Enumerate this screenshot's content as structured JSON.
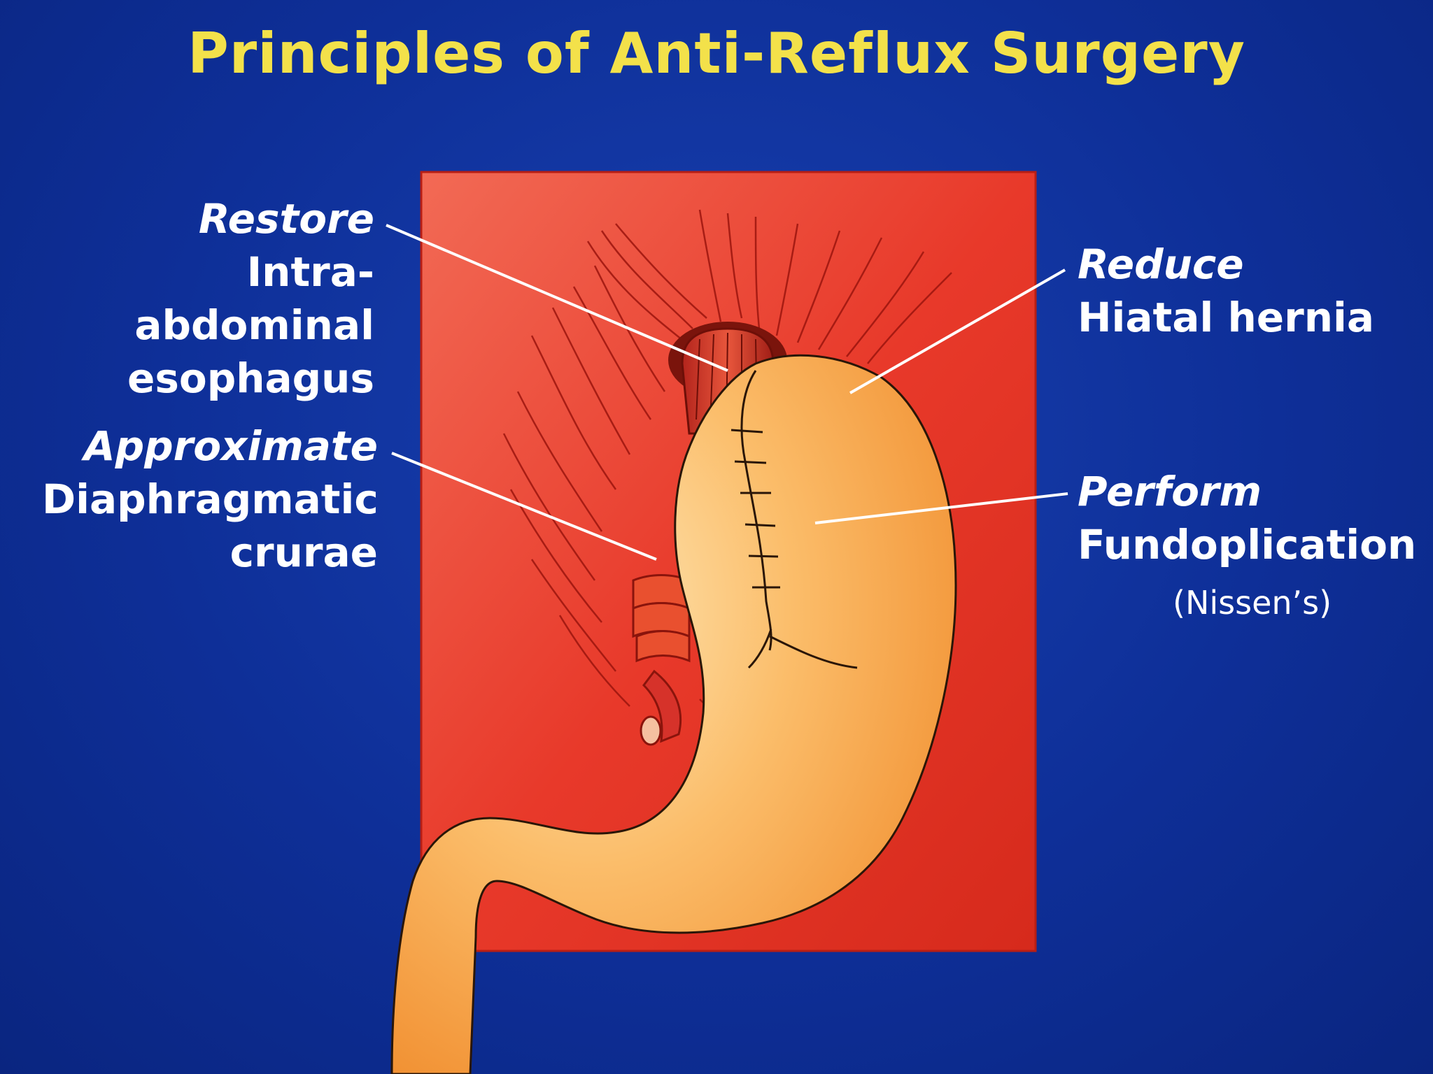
{
  "title": "Principles of Anti-Reflux Surgery",
  "labels": {
    "restore": {
      "verb": "Restore",
      "line1": "Intra-abdominal",
      "line2": "esophagus"
    },
    "approximate": {
      "verb": "Approximate",
      "line1": "Diaphragmatic",
      "line2": "crurae"
    },
    "reduce": {
      "verb": "Reduce",
      "line1": "Hiatal hernia"
    },
    "perform": {
      "verb": "Perform",
      "line1": "Fundoplication",
      "note": "(Nissen’s)"
    }
  },
  "colors": {
    "background": "#0e2f98",
    "title": "#f3e14a",
    "panel": "#e8392a",
    "stomach": "#f7a23c"
  }
}
